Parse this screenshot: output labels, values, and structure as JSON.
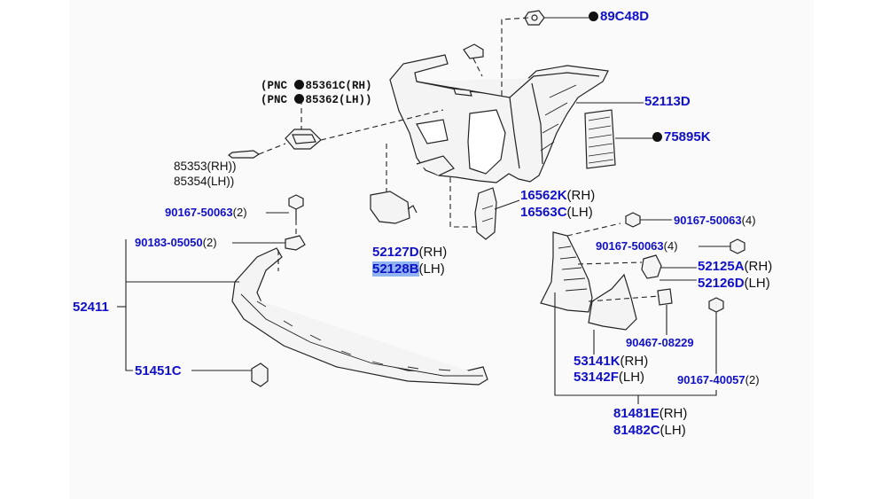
{
  "diagram": {
    "labels": {
      "p89C48D": "89C48D",
      "p52113D": "52113D",
      "p75895K": "75895K",
      "pnc_prefix": "(PNC",
      "pnc_85361C": "85361C(RH)",
      "pnc_85362": "85362(LH))",
      "p85353": "85353(RH))",
      "p85354": "85354(LH))",
      "p16562K": "16562K",
      "p16563C": "16563C",
      "rh": "(RH)",
      "lh": "(LH)",
      "p90167_50063": "90167-50063",
      "qty2": "(2)",
      "qty4": "(4)",
      "p90183_05050": "90183-05050",
      "p52127D": "52127D",
      "p52128B": "52128B",
      "p52411": "52411",
      "p51451C": "51451C",
      "p52125A": "52125A",
      "p52126D": "52126D",
      "p90467_08229": "90467-08229",
      "p53141K": "53141K",
      "p53142F": "53142F",
      "p90167_40057": "90167-40057",
      "p81481E": "81481E",
      "p81482C": "81482C"
    },
    "colors": {
      "part_number": "#1010c8",
      "text": "#111111",
      "highlight": "#8fb4f0",
      "line": "#222222",
      "part_fill": "#f2f2f2"
    }
  }
}
